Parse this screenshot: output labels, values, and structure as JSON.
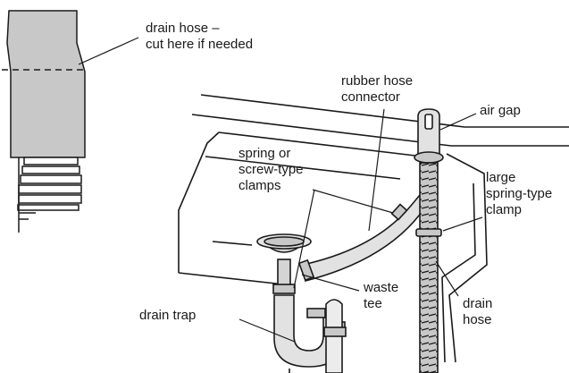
{
  "labels": {
    "drain_hose_cut": [
      "drain hose –",
      "cut here if needed"
    ],
    "rubber_hose_connector": [
      "rubber hose",
      "connector"
    ],
    "air_gap": "air gap",
    "spring_clamps": [
      "spring or",
      "screw-type",
      "clamps"
    ],
    "large_spring_clamp": [
      "large",
      "spring-type",
      "clamp"
    ],
    "waste_tee": [
      "waste",
      "tee"
    ],
    "drain_trap": "drain trap",
    "drain_hose": [
      "drain",
      "hose"
    ]
  },
  "colors": {
    "stroke": "#1a1a1a",
    "hose_fill": "#c8c8c8",
    "hose_fill_light": "#d4d4d4",
    "background": "#ffffff"
  },
  "icons": {
    "cut_line": "dashed-line",
    "clamp": "band-clamp"
  }
}
